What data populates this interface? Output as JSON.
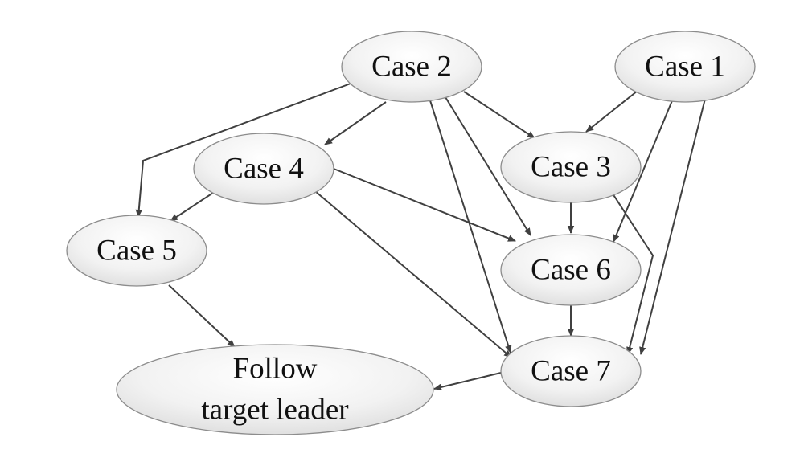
{
  "diagram": {
    "nodes": [
      {
        "id": "case2",
        "label": "Case 2"
      },
      {
        "id": "case1",
        "label": "Case 1"
      },
      {
        "id": "case4",
        "label": "Case 4"
      },
      {
        "id": "case3",
        "label": "Case 3"
      },
      {
        "id": "case5",
        "label": "Case 5"
      },
      {
        "id": "case6",
        "label": "Case 6"
      },
      {
        "id": "case7",
        "label": "Case 7"
      },
      {
        "id": "follow",
        "label_line1": "Follow",
        "label_line2": "target leader"
      }
    ],
    "edges": [
      {
        "from": "case2",
        "to": "case5"
      },
      {
        "from": "case2",
        "to": "case4"
      },
      {
        "from": "case2",
        "to": "case3"
      },
      {
        "from": "case2",
        "to": "case6"
      },
      {
        "from": "case2",
        "to": "case7"
      },
      {
        "from": "case1",
        "to": "case3"
      },
      {
        "from": "case1",
        "to": "case6"
      },
      {
        "from": "case1",
        "to": "case7"
      },
      {
        "from": "case4",
        "to": "case5"
      },
      {
        "from": "case4",
        "to": "case6"
      },
      {
        "from": "case4",
        "to": "case7"
      },
      {
        "from": "case3",
        "to": "case6"
      },
      {
        "from": "case3",
        "to": "case7"
      },
      {
        "from": "case6",
        "to": "case7"
      },
      {
        "from": "case5",
        "to": "follow"
      },
      {
        "from": "case7",
        "to": "follow"
      }
    ]
  }
}
